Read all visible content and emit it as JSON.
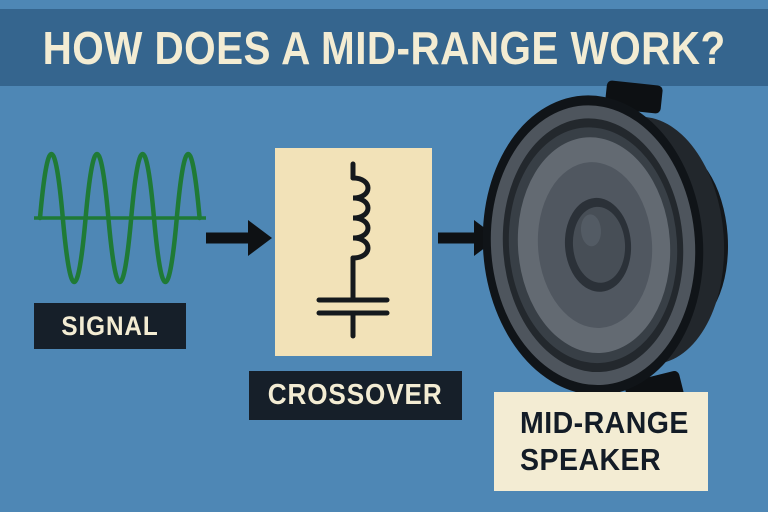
{
  "header": {
    "title": "HOW DOES A MID-RANGE WORK?"
  },
  "labels": {
    "signal": "SIGNAL",
    "crossover": "CROSSOVER",
    "speaker_line1": "MID-RANGE",
    "speaker_line2": "SPEAKER"
  },
  "palette": {
    "background_blue": "#4e87b5",
    "header_band_blue": "#35658e",
    "cream": "#f3ecd3",
    "dark_label_navy": "#161f29",
    "crossover_box_cream": "#f2e2b8",
    "signal_green": "#1f7a36",
    "ink_black": "#0e1114",
    "speaker_dark_gray": "#23272c",
    "speaker_cone_gray": "#636a72"
  },
  "icons": {
    "sine_wave": "green-sine-waveform",
    "arrow_right": "black-right-arrow",
    "inductor": "coil-symbol",
    "capacitor": "parallel-plate-symbol",
    "speaker": "mid-range-driver-illustration"
  }
}
